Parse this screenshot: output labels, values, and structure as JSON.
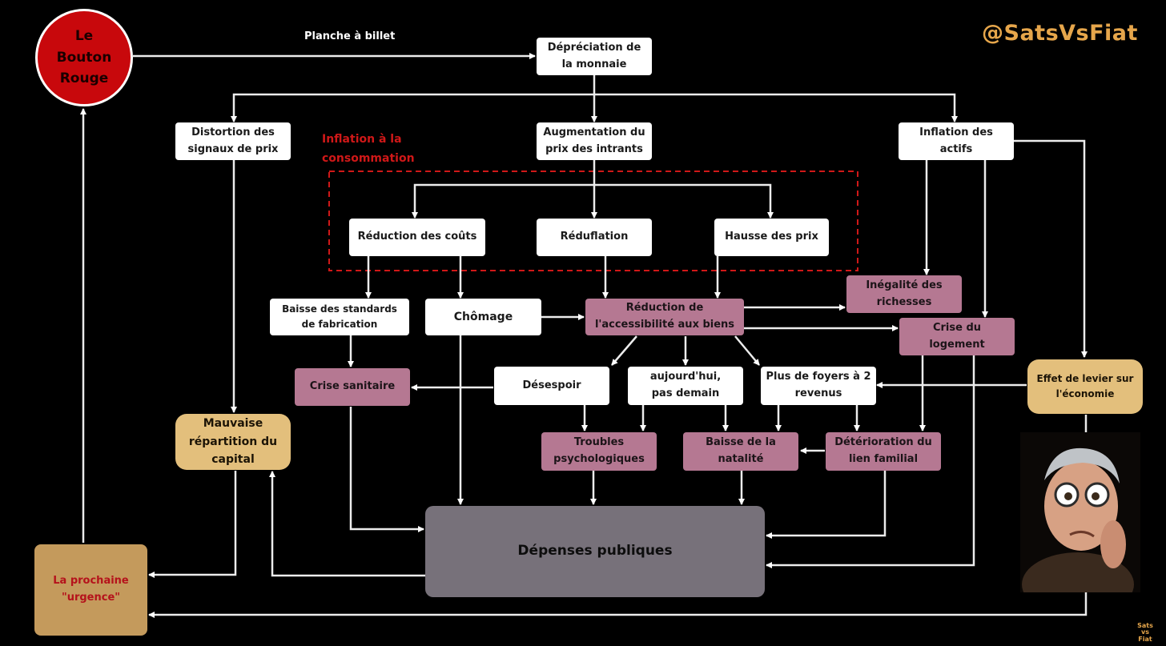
{
  "watermark": "@SatsVsFiat",
  "corner_logo": "Sats vs Fiat",
  "red_button": "Le Bouton Rouge",
  "edge_label": "Planche à billet",
  "group_label": "Inflation à la consommation",
  "nodes": {
    "depreciation": "Dépréciation de la monnaie",
    "distortion": "Distortion des signaux de prix",
    "augmentation": "Augmentation du prix des intrants",
    "inflation_actifs": "Inflation des actifs",
    "reduction_couts": "Réduction des coûts",
    "reduflation": "Réduflation",
    "hausse_prix": "Hausse des prix",
    "inegalite": "Inégalité des richesses",
    "baisse_standards": "Baisse des standards de fabrication",
    "chomage": "Chômage",
    "reduction_access": "Réduction de l'accessibilité aux biens",
    "crise_logement": "Crise du logement",
    "crise_sanitaire": "Crise sanitaire",
    "desespoir": "Désespoir",
    "aujourdhui": "aujourd'hui, pas demain",
    "foyers": "Plus de foyers à 2 revenus",
    "effet_levier": "Effet de levier sur l'économie",
    "mauvaise_repartition": "Mauvaise répartition du capital",
    "troubles": "Troubles psychologiques",
    "baisse_natalite": "Baisse de la natalité",
    "deterioration": "Détérioration du lien familial",
    "depenses": "Dépenses publiques",
    "prochaine_urgence": "La prochaine \"urgence\""
  },
  "colors": {
    "background": "#000000",
    "red_button": "#c8080c",
    "pink_node": "#b57892",
    "tan_node": "#e3bf7c",
    "central_node": "#77717a",
    "emergency_node": "#c49a5c",
    "emergency_text": "#b5121b",
    "group_border": "#d01818",
    "watermark": "#e6a64b"
  },
  "icons": {
    "avatar": "worried-old-man-icon"
  }
}
